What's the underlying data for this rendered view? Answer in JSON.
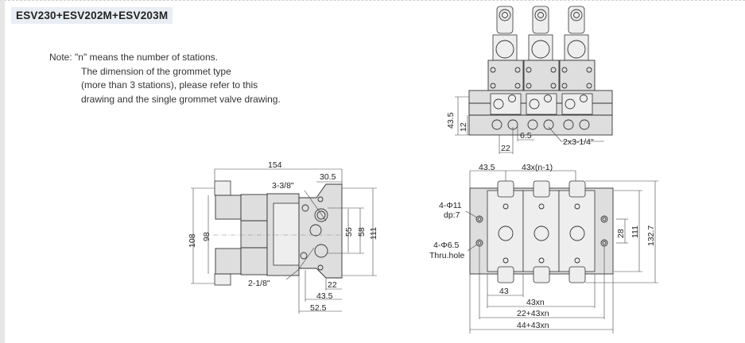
{
  "title": "ESV230+ESV202M+ESV203M",
  "note": {
    "line1": "Note: \"n\" means the number of stations.",
    "line2": "The dimension of the grommet type",
    "line3": "(more than 3 stations), please refer to this",
    "line4": "drawing and the single grommet valve drawing."
  },
  "top_view": {
    "dim_height": "43.5",
    "dim_12": "12",
    "dim_6_5": "6.5",
    "dim_22": "22",
    "port_label": "2x3-1/4\""
  },
  "side_view": {
    "dim_154": "154",
    "dim_30_5": "30.5",
    "port_3": "3-3/8\"",
    "port_2": "2-1/8\"",
    "dim_108": "108",
    "dim_98": "98",
    "dim_55": "55",
    "dim_58": "58",
    "dim_111": "111",
    "dim_22": "22",
    "dim_43_5": "43.5",
    "dim_52_5": "52.5"
  },
  "plan_view": {
    "dim_43_5": "43.5",
    "dim_pitch": "43x(n-1)",
    "hole1": "4-Φ11",
    "hole1_depth": "dp:7",
    "hole2": "4-Φ6.5",
    "hole2_type": "Thru.hole",
    "dim_28": "28",
    "dim_111": "111",
    "dim_132_7": "132.7",
    "dim_43": "43",
    "dim_43xn": "43xn",
    "dim_22_43xn": "22+43xn",
    "dim_44_43xn": "44+43xn"
  }
}
